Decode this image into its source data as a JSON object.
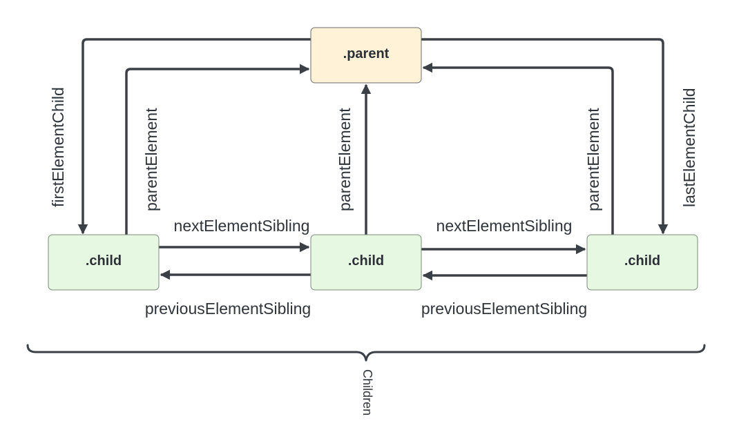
{
  "nodes": {
    "parent": {
      "label": ".parent",
      "fill": "#fff2d6"
    },
    "child_left": {
      "label": ".child",
      "fill": "#e6f8e2"
    },
    "child_middle": {
      "label": ".child",
      "fill": "#e6f8e2"
    },
    "child_right": {
      "label": ".child",
      "fill": "#e6f8e2"
    }
  },
  "edges": {
    "first_element_child": "firstElementChild",
    "last_element_child": "lastElementChild",
    "parent_element_left": "parentElement",
    "parent_element_middle": "parentElement",
    "parent_element_right": "parentElement",
    "next_sibling_left": "nextElementSibling",
    "next_sibling_right": "nextElementSibling",
    "previous_sibling_left": "previousElementSibling",
    "previous_sibling_right": "previousElementSibling"
  },
  "group": {
    "label": "Children"
  },
  "colors": {
    "edge": "#3b3f46",
    "text": "#2f343b",
    "parent_fill": "#fff2d6",
    "child_fill": "#e6f8e2"
  }
}
